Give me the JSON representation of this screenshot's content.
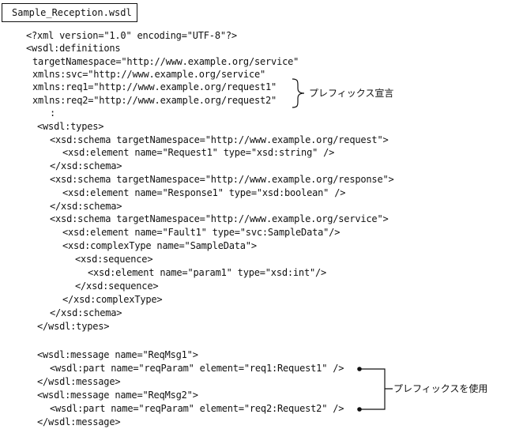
{
  "file_label": "Sample_Reception.wsdl",
  "code_lines": [
    "<?xml version=\"1.0\" encoding=\"UTF-8\"?>",
    "<wsdl:definitions",
    "targetNamespace=\"http://www.example.org/service\"",
    "xmlns:svc=\"http://www.example.org/service\"",
    "xmlns:req1=\"http://www.example.org/request1\"",
    "xmlns:req2=\"http://www.example.org/request2\"",
    ":",
    "<wsdl:types>",
    "<xsd:schema targetNamespace=\"http://www.example.org/request\">",
    "<xsd:element name=\"Request1\" type=\"xsd:string\" />",
    "</xsd:schema>",
    "<xsd:schema targetNamespace=\"http://www.example.org/response\">",
    "<xsd:element name=\"Response1\" type=\"xsd:boolean\" />",
    "</xsd:schema>",
    "<xsd:schema targetNamespace=\"http://www.example.org/service\">",
    "<xsd:element name=\"Fault1\" type=\"svc:SampleData\"/>",
    "<xsd:complexType name=\"SampleData\">",
    "<xsd:sequence>",
    "<xsd:element name=\"param1\" type=\"xsd:int\"/>",
    "</xsd:sequence>",
    "</xsd:complexType>",
    "</xsd:schema>",
    "</wsdl:types>",
    "<wsdl:message name=\"ReqMsg1\">",
    "<wsdl:part name=\"reqParam\" element=\"req1:Request1\" />",
    "</wsdl:message>",
    "<wsdl:message name=\"ReqMsg2\">",
    "<wsdl:part name=\"reqParam\" element=\"req2:Request2\" />",
    "</wsdl:message>"
  ],
  "annotations": {
    "prefix_declaration": "プレフィックス宣言",
    "prefix_usage": "プレフィックスを使用"
  }
}
